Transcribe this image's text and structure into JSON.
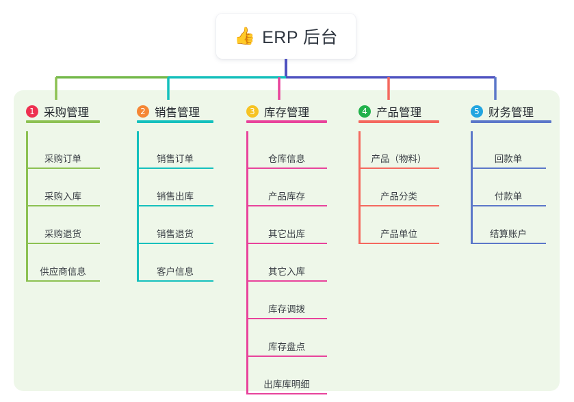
{
  "title": {
    "icon": "thumbs-up-icon",
    "icon_glyph": "👍",
    "text": "ERP 后台"
  },
  "colors": {
    "panel_bg": "#eef7e9",
    "page_bg": "#ffffff",
    "title_text": "#2f3640",
    "item_text": "#3b4046",
    "bus_left": "#74b84a",
    "bus_mid": "#14bfbb",
    "bus_right": "#4f52c0"
  },
  "columns": [
    {
      "number": "1",
      "title": "采购管理",
      "badge_color": "#ee3050",
      "line_color": "#8cc152",
      "items": [
        "采购订单",
        "采购入库",
        "采购退货",
        "供应商信息"
      ]
    },
    {
      "number": "2",
      "title": "销售管理",
      "badge_color": "#f58634",
      "line_color": "#14c0bd",
      "items": [
        "销售订单",
        "销售出库",
        "销售退货",
        "客户信息"
      ]
    },
    {
      "number": "3",
      "title": "库存管理",
      "badge_color": "#f6c324",
      "line_color": "#e8439b",
      "items": [
        "仓库信息",
        "产品库存",
        "其它出库",
        "其它入库",
        "库存调拨",
        "库存盘点",
        "出库库明细"
      ]
    },
    {
      "number": "4",
      "title": "产品管理",
      "badge_color": "#21b14b",
      "line_color": "#f4685e",
      "items": [
        "产品（物料）",
        "产品分类",
        "产品单位"
      ]
    },
    {
      "number": "5",
      "title": "财务管理",
      "badge_color": "#22a5e0",
      "line_color": "#5b77c9",
      "items": [
        "回款单",
        "付款单",
        "结算账户"
      ]
    }
  ]
}
